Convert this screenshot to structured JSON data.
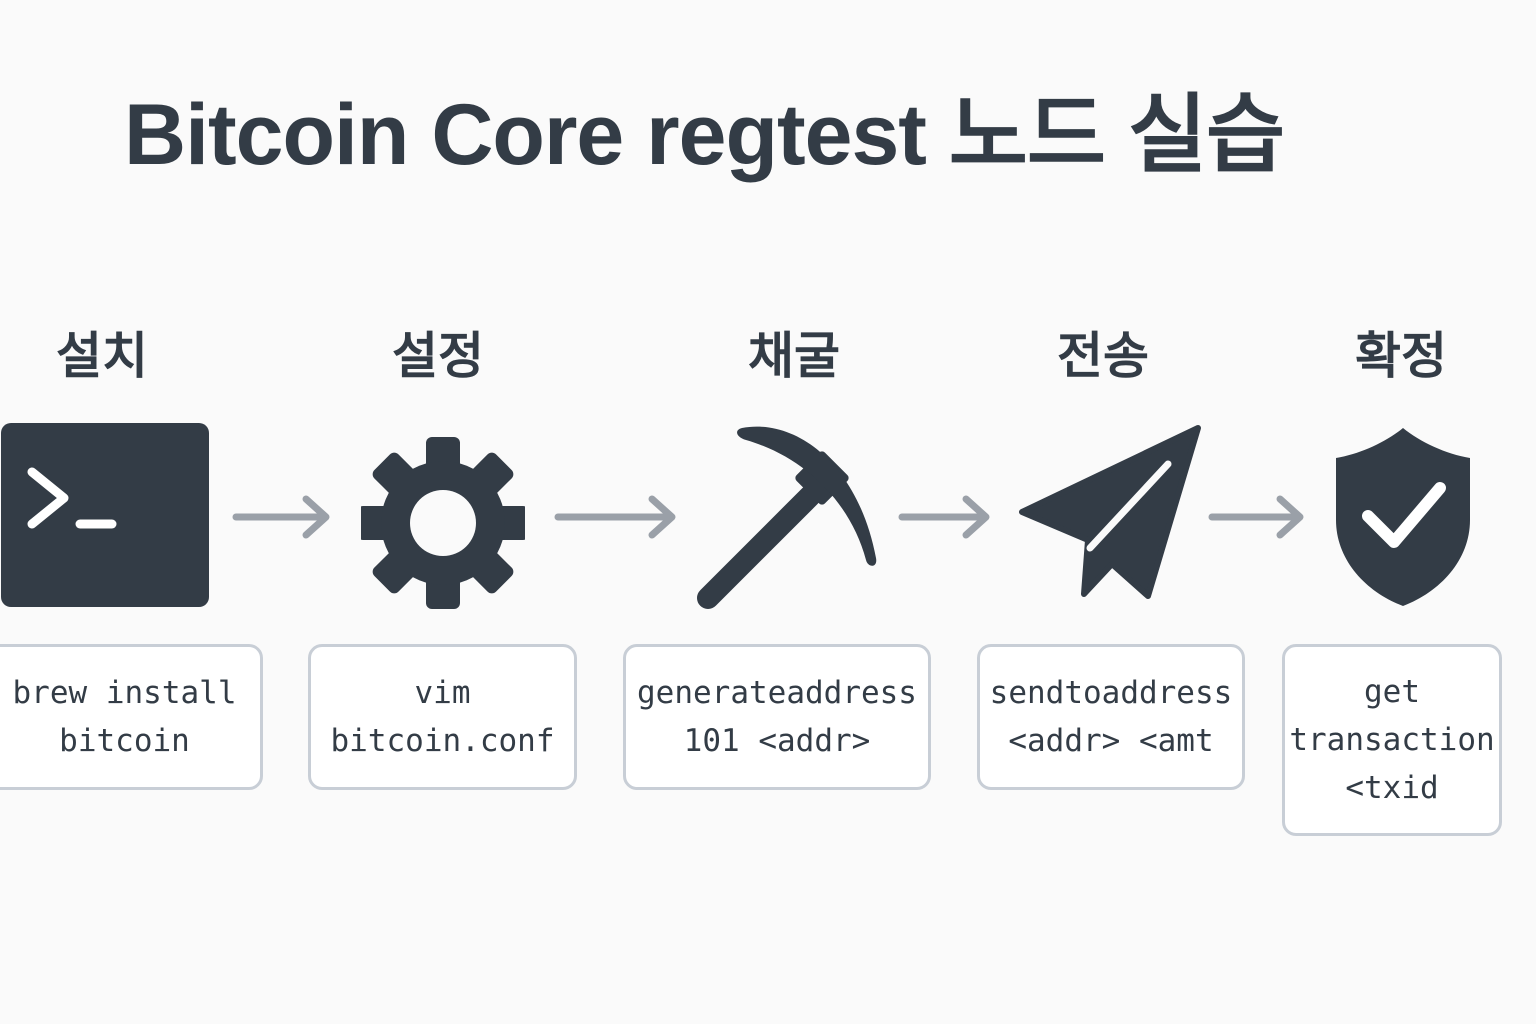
{
  "title": "Bitcoin Core regtest 노드 실습",
  "colors": {
    "ink": "#333c46",
    "arrow": "#9aa0a8",
    "box_border": "#c8ced6",
    "background": "#fafafa"
  },
  "steps": [
    {
      "label": "설치",
      "icon": "terminal-icon",
      "command": "brew install\nbitcoin"
    },
    {
      "label": "설정",
      "icon": "gear-icon",
      "command": "vim\nbitcoin.conf"
    },
    {
      "label": "채굴",
      "icon": "pickaxe-icon",
      "command": "generateaddress\n101 <addr>"
    },
    {
      "label": "전송",
      "icon": "paper-plane-icon",
      "command": "sendtoaddress\n<addr> <amt"
    },
    {
      "label": "확정",
      "icon": "shield-check-icon",
      "command": "get\ntransaction\n<txid"
    }
  ]
}
